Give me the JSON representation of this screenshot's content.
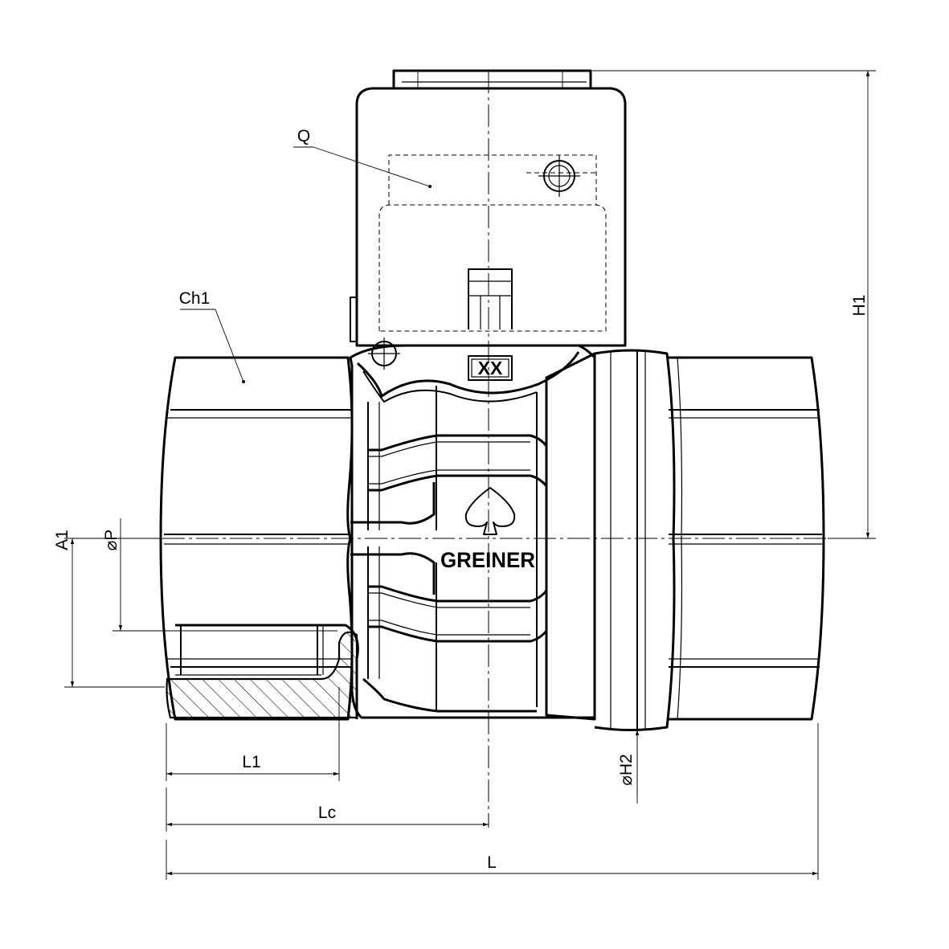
{
  "labels": {
    "q": "Q",
    "ch1": "Ch1",
    "h1": "H1",
    "a1": "A1",
    "p": "P",
    "h2": "H2",
    "l1": "L1",
    "lc": "Lc",
    "l": "L"
  },
  "diameter_symbol": "⌀",
  "marking": "XX",
  "brand": "GREINER"
}
